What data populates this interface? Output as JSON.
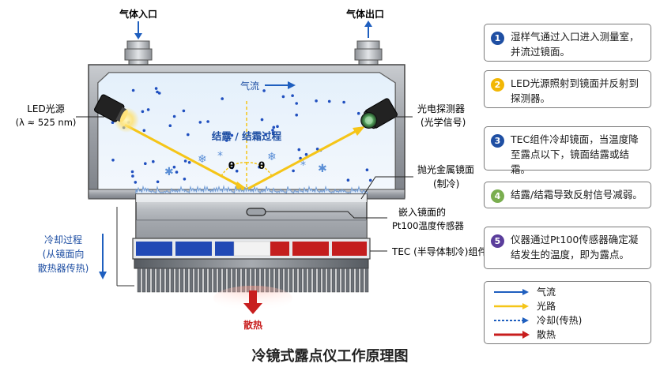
{
  "title": "冷镜式露点仪工作原理图",
  "labels": {
    "gas_inlet": "气体入口",
    "gas_outlet": "气体出口",
    "airflow": "气流",
    "led_title": "LED光源",
    "led_sub": "(λ ≈ 525 nm)",
    "detector_title": "光电探测器",
    "detector_sub": "(光学信号)",
    "condensation": "结露 / 结霜过程",
    "theta": "θ",
    "mirror_title": "抛光金属镜面",
    "mirror_sub": "(制冷)",
    "sensor_title": "嵌入镜面的",
    "sensor_sub": "Pt100温度传感器",
    "tec": "TEC (半导体制冷)组件",
    "cooling_1": "冷却过程",
    "cooling_2": "(从镜面向",
    "cooling_3": "散热器传热)",
    "heat_out": "散热"
  },
  "steps": [
    {
      "num": "1",
      "color": "#1f4fa3",
      "text": "湿样气通过入口进入测量室，并流过镜面。"
    },
    {
      "num": "2",
      "color": "#f2b705",
      "text": "LED光源照射到镜面并反射到探测器。"
    },
    {
      "num": "3",
      "color": "#1f4fa3",
      "text": "TEC组件冷却镜面，当温度降至露点以下，镜面结露或结霜。"
    },
    {
      "num": "4",
      "color": "#7aae4f",
      "text": "结露/结霜导致反射信号减弱。"
    },
    {
      "num": "5",
      "color": "#5a3d9b",
      "text": "仪器通过Pt100传感器确定凝结发生的温度，即为露点。"
    }
  ],
  "legend": [
    {
      "label": "气流",
      "kind": "airflow",
      "color": "#1f5fbf"
    },
    {
      "label": "光路",
      "kind": "light",
      "color": "#f5c518"
    },
    {
      "label": "冷却(传热)",
      "kind": "cooling",
      "color": "#1f5fbf"
    },
    {
      "label": "散热",
      "kind": "heat",
      "color": "#c81e1e"
    }
  ]
}
